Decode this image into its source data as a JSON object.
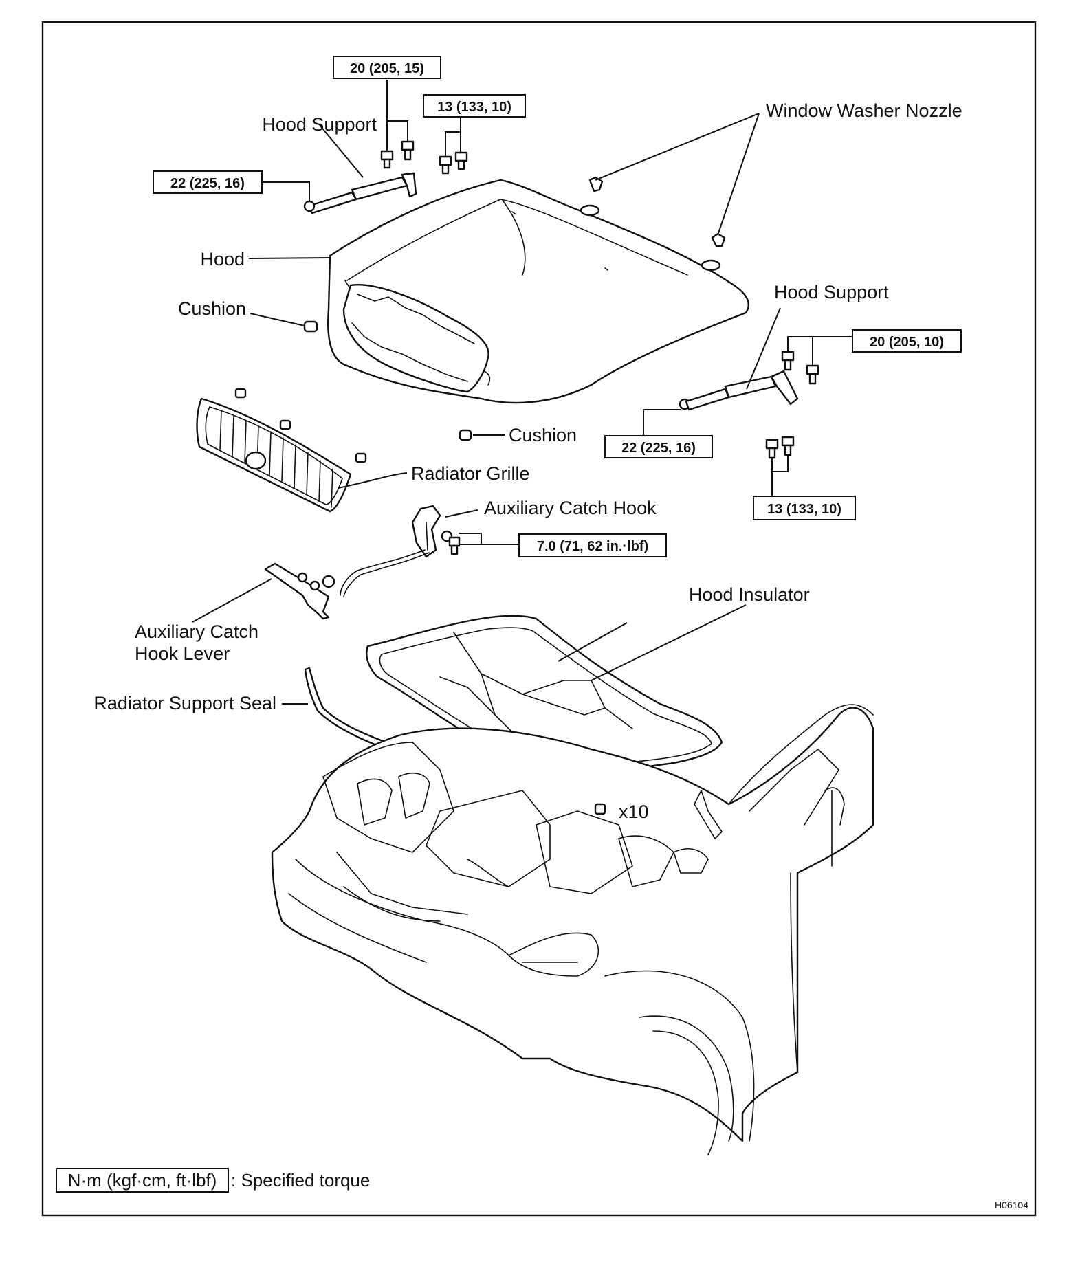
{
  "labels": {
    "hood_support_top": "Hood Support",
    "window_washer_nozzle": "Window Washer Nozzle",
    "hood": "Hood",
    "cushion_left": "Cushion",
    "hood_support_right": "Hood Support",
    "cushion_bottom": "Cushion",
    "radiator_grille": "Radiator Grille",
    "auxiliary_catch_hook": "Auxiliary Catch Hook",
    "hood_insulator": "Hood Insulator",
    "auxiliary_catch_hook_lever_line1": "Auxiliary Catch",
    "auxiliary_catch_hook_lever_line2": "Hook Lever",
    "radiator_support_seal": "Radiator Support Seal",
    "clip_count": "x10"
  },
  "torques": {
    "t_20_205_15": "20 (205, 15)",
    "t_13_133_10_top": "13 (133, 10)",
    "t_22_225_16_left": "22 (225, 16)",
    "t_20_205_10": "20 (205, 10)",
    "t_22_225_16_right": "22 (225, 16)",
    "t_13_133_10_right": "13 (133, 10)",
    "t_7_71_62": "7.0 (71, 62 in.·lbf)"
  },
  "legend": {
    "unit_box": "N·m (kgf·cm, ft·lbf)",
    "description": ": Specified torque"
  },
  "figure_code": "H06104"
}
